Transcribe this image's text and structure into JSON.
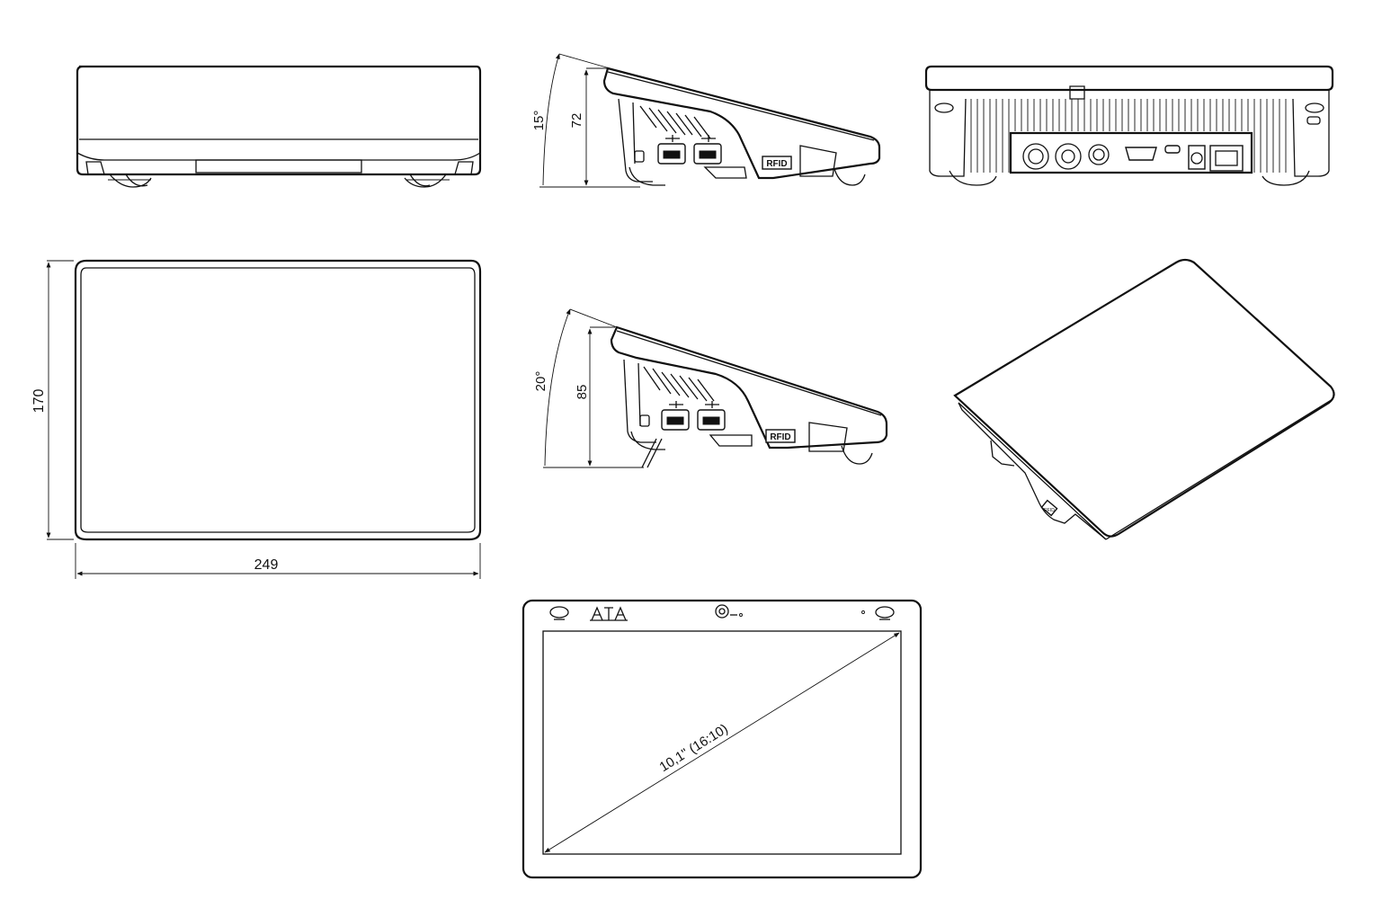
{
  "drawing": {
    "dimensions": {
      "width": "249",
      "height": "170",
      "tilt_low_angle": "15°",
      "tilt_low_height": "72",
      "tilt_high_angle": "20°",
      "tilt_high_height": "85",
      "screen_diagonal": "10,1\"  (16:10)"
    },
    "labels": {
      "rfid_side_low": "RFID",
      "rfid_side_high": "RFID",
      "rfid_iso": "RFID"
    },
    "colors": {
      "line": "#111111",
      "background": "#ffffff"
    }
  }
}
